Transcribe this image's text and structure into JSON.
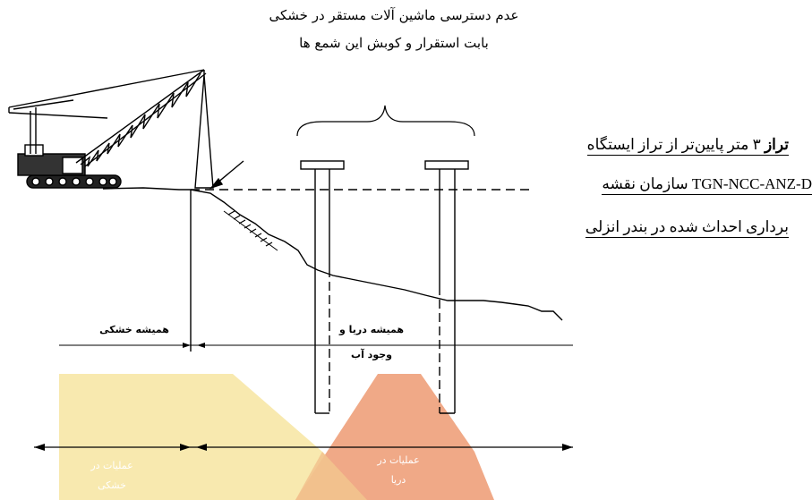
{
  "top_note": {
    "line1": "عدم دسترسی ماشین آلات مستقر در خشکی",
    "line2": "بابت استقرار و کوبش این شمع ها"
  },
  "level_note": {
    "bold": "تراز",
    "line1_rest": "۳ متر پایین‌تر از تراز ایستگاه",
    "line2": "TGN-NCC-ANZ-D سازمان نقشه",
    "line3": "برداری احداث شده در بندر انزلی"
  },
  "zones": {
    "always_dry": "همیشه خشکی",
    "always_sea_1": "همیشه دریا و",
    "always_sea_2": "وجود آب"
  },
  "operations": {
    "land_1": "عملیات در",
    "land_2": "خشکی",
    "sea_1": "عملیات در",
    "sea_2": "دریا"
  },
  "colors": {
    "land_zone": "#f6e39a",
    "sea_zone": "#f0a47a",
    "line": "#000000"
  }
}
